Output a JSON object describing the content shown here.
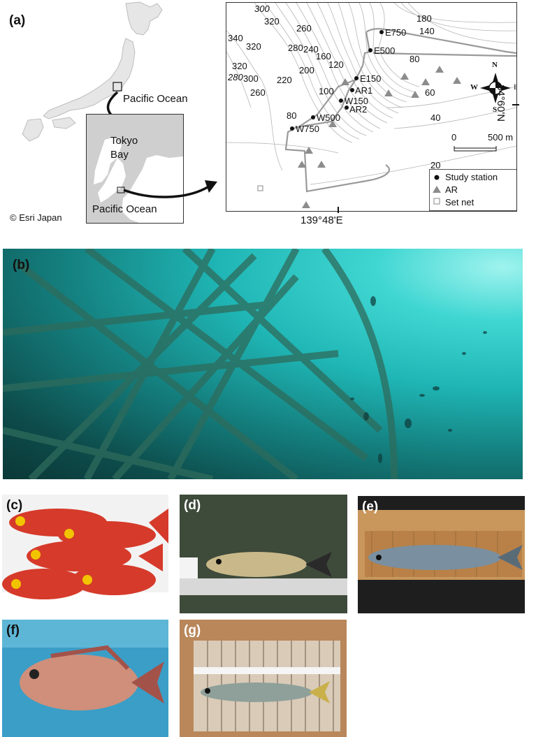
{
  "panels": {
    "a": "(a)",
    "b": "(b)",
    "c": "(c)",
    "d": "(d)",
    "e": "(e)",
    "f": "(f)",
    "g": "(g)"
  },
  "overview": {
    "pacific_top": "Pacific Ocean",
    "tokyo": "Tokyo",
    "bay": "Bay",
    "pacific_bottom": "Pacific Ocean",
    "credit": "© Esri Japan"
  },
  "detail_map": {
    "stations": [
      "E750",
      "E500",
      "E150",
      "AR1",
      "W150",
      "AR2",
      "W500",
      "W750"
    ],
    "contours": [
      "300",
      "320",
      "340",
      "320",
      "280",
      "300",
      "320",
      "260",
      "280",
      "240",
      "260",
      "220",
      "200",
      "160",
      "120",
      "100",
      "80",
      "180",
      "140",
      "80",
      "60",
      "40",
      "20"
    ],
    "longitude": "139°48'E",
    "latitude": "34°60'N",
    "scale": {
      "zero": "0",
      "label": "500 m"
    },
    "compass": {
      "n": "N",
      "s": "S",
      "e": "E",
      "w": "W"
    },
    "legend": [
      "Study station",
      "AR",
      "Set net"
    ]
  },
  "colors": {
    "ocean_b": "#1fc7c4",
    "fish_red": "#d63a2a",
    "map_grey": "#9a9a9a"
  }
}
